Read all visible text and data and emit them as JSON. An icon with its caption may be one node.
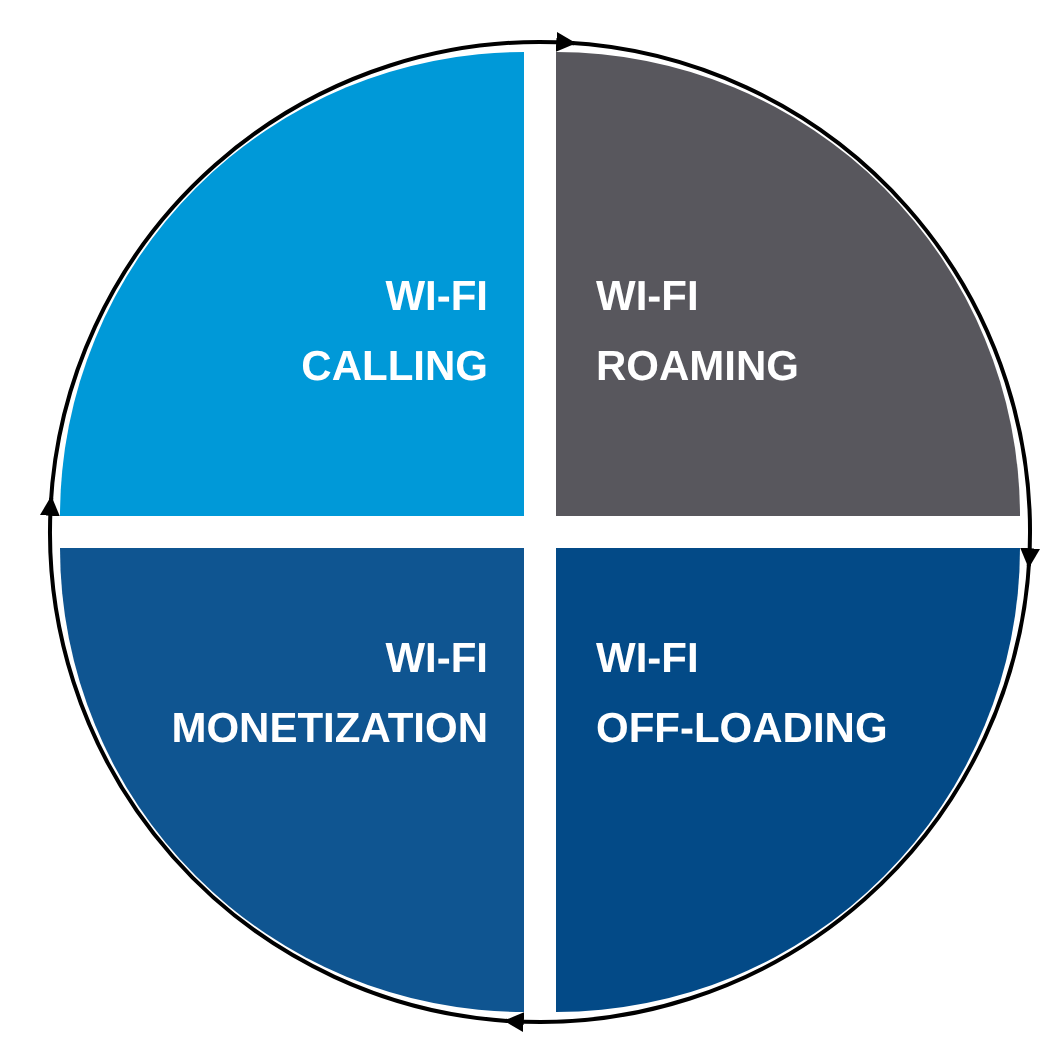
{
  "diagram": {
    "nodes": [
      {
        "text": [
          "WI-FI CALLING"
        ]
      },
      {
        "text": [
          "WI-FI ROAMING"
        ]
      },
      {
        "text": [
          "WI-FI OFF-LOADING"
        ]
      },
      {
        "text": [
          "WI-FI MONETIZATION"
        ]
      }
    ],
    "edges": [
      {
        "from": 0,
        "to": 1,
        "arrow": "to"
      },
      {
        "from": 1,
        "to": 2,
        "arrow": "to"
      },
      {
        "from": 2,
        "to": 3,
        "arrow": "to"
      },
      {
        "from": 3,
        "to": 0,
        "arrow": "to"
      }
    ]
  }
}
